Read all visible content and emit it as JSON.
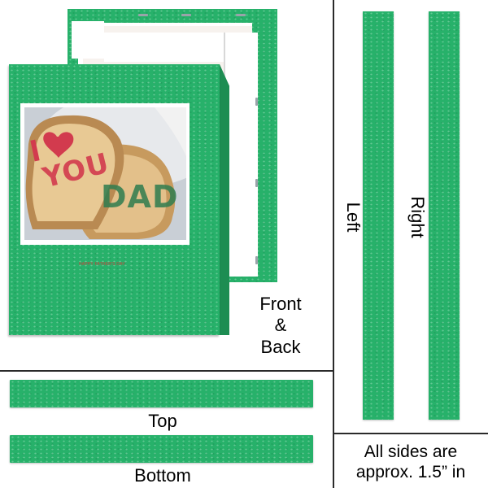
{
  "labels": {
    "front_back": [
      "Front",
      "&",
      "Back"
    ],
    "top": "Top",
    "bottom": "Bottom",
    "left": "Left",
    "right": "Right",
    "note": [
      "All sides are",
      "approx. 1.5” in"
    ]
  },
  "photo": {
    "heart_text": "I ♥",
    "you_text": "YOU",
    "dad_text": "DAD",
    "caption": "HAPPY FATHER'S DAY"
  },
  "colors": {
    "canvas_green": "#27b16a",
    "heart_red": "#d23b4e",
    "dad_green": "#2f7d4f",
    "divider": "#2a2a2a"
  }
}
